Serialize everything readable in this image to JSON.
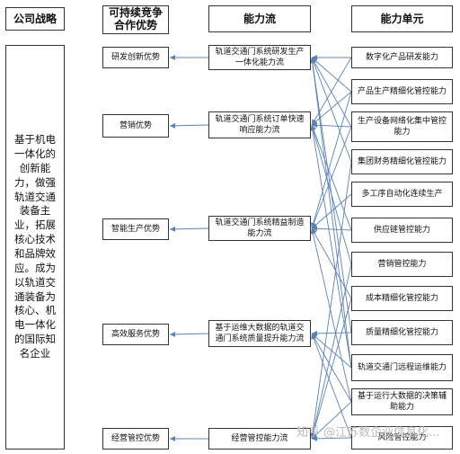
{
  "headers": {
    "strategy": "公司战略",
    "advantage": "可持续竞争\n合作优势",
    "capability_flow": "能力流",
    "capability_unit": "能力单元"
  },
  "strategy_text": "基于机电一体化的创新能力，做强轨道交通装备主业，拓展核心技术和品牌效应。成为以轨道交通装备为核心、机电一体化的国际知名企业",
  "advantages": [
    "研发创新优势",
    "营销优势",
    "智能生产优势",
    "高效服务优势",
    "经营管控优势"
  ],
  "flows": [
    "轨道交通门系统研发生产一体化能力流",
    "轨道交通门系统订单快速响应能力流",
    "轨道交通门系统精益制造能力流",
    "基于运维大数据的轨道交通门系统质量提升能力流",
    "经营管控能力流"
  ],
  "units": [
    "数字化产品研发能力",
    "产品生产精细化管控能力",
    "生产设备网络化集中管控能力",
    "集团财务精细化管控能力",
    "多工序自动化连续生产",
    "供应链管控能力",
    "营销管控能力",
    "成本精细化管控能力",
    "质量精细化管控能力",
    "轨道交通门远程运维能力",
    "基于运行大数据的决策辅助能力",
    "风险管控能力"
  ],
  "watermark": "知乎 @江苏数企业信息化...",
  "colors": {
    "line": "#5b82b5",
    "border": "#333333"
  }
}
